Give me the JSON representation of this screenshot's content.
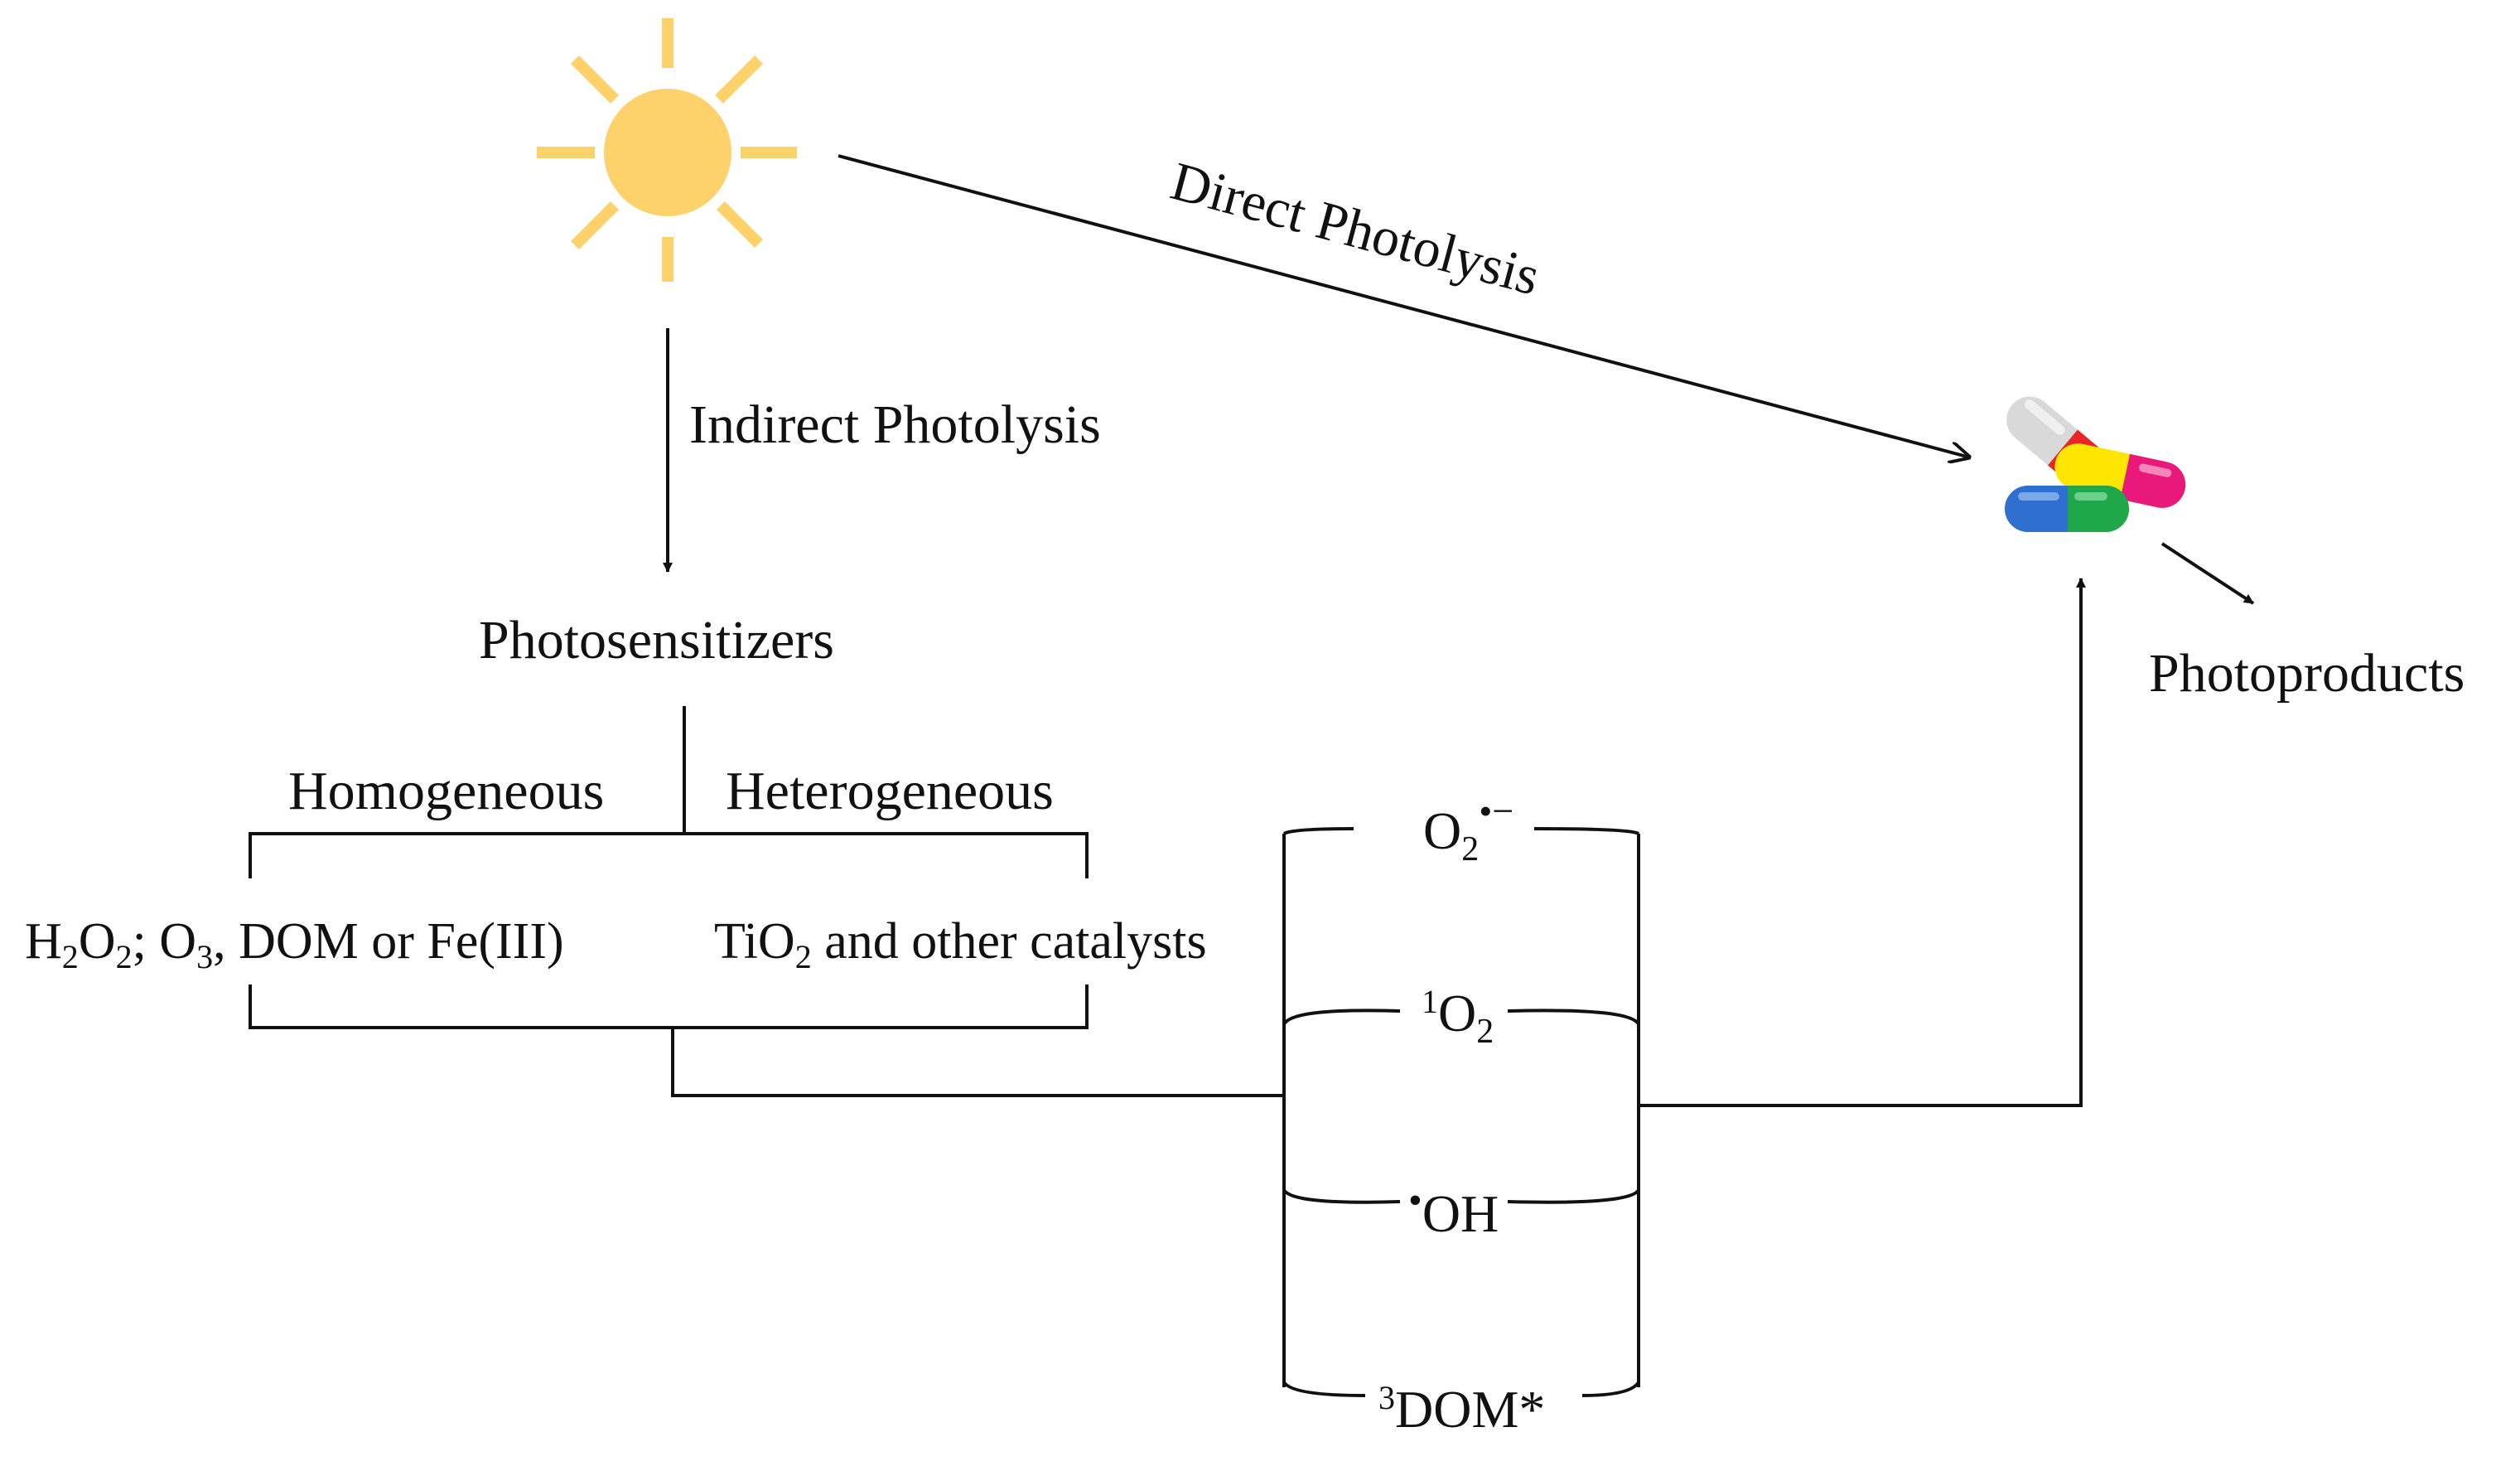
{
  "labels": {
    "direct_photolysis": "Direct Photolysis",
    "indirect_photolysis": "Indirect Photolysis",
    "photosensitizers": "Photosensitizers",
    "homogeneous": "Homogeneous",
    "heterogeneous": "Heterogeneous",
    "photoproducts": "Photoproducts"
  },
  "homogeneous_examples": {
    "h": "H",
    "two_a": "2",
    "o": "O",
    "two_b": "2",
    "semicolon": "; O",
    "three": "3",
    "rest": ", DOM or Fe(III)"
  },
  "heterogeneous_examples": {
    "ti": "TiO",
    "two": "2",
    "rest": " and other catalysts"
  },
  "reactive_species": {
    "superoxide": {
      "base": "O",
      "sub": "2",
      "sup": "•−"
    },
    "singlet_oxygen": {
      "sup": "1",
      "base": "O",
      "sub": "2"
    },
    "hydroxyl": {
      "sup": "•",
      "base": "OH"
    },
    "triplet_dom": {
      "sup": "3",
      "base": "DOM*"
    }
  },
  "colors": {
    "sun": "#fdd26a",
    "line": "#111111",
    "pill_white": "#d9d9d9",
    "pill_red": "#e8262a",
    "pill_yellow": "#ffe600",
    "pill_magenta": "#e8197b",
    "pill_blue": "#2f6fd0",
    "pill_green": "#1ea84a"
  }
}
